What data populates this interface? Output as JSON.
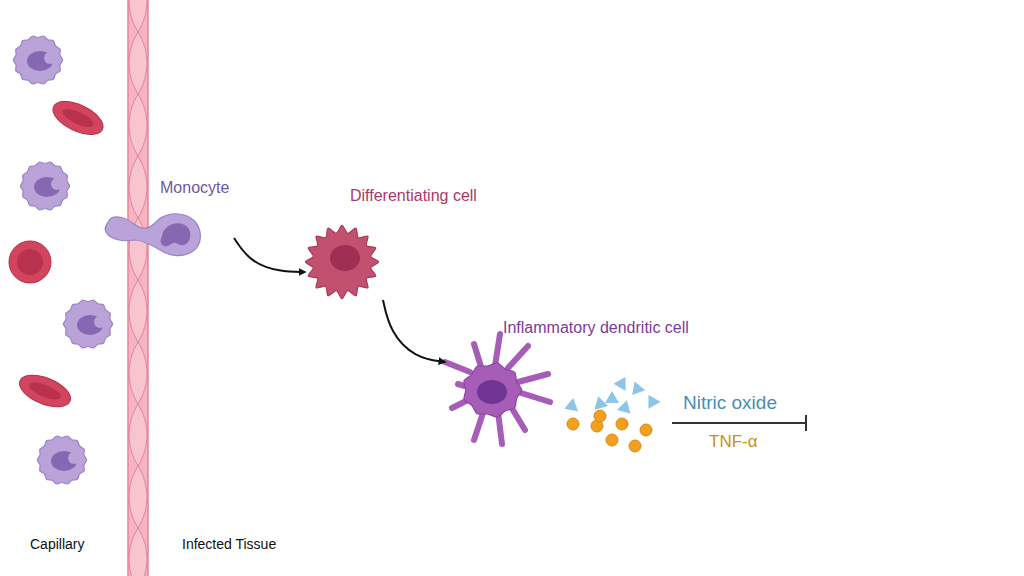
{
  "diagram": {
    "nodes": [
      {
        "text": [
          "Monocyte"
        ]
      },
      {
        "text": [
          "Differentiating cell"
        ]
      },
      {
        "text": [
          "Inflammatory dendritic cell"
        ]
      }
    ],
    "edges": [
      {
        "from": 0,
        "to": 1,
        "arrow": "to"
      },
      {
        "from": 1,
        "to": 2,
        "arrow": "to"
      }
    ],
    "labels": [
      "Nitric oxide",
      "TNF-α",
      "Capillary",
      "Infected Tissue"
    ]
  }
}
